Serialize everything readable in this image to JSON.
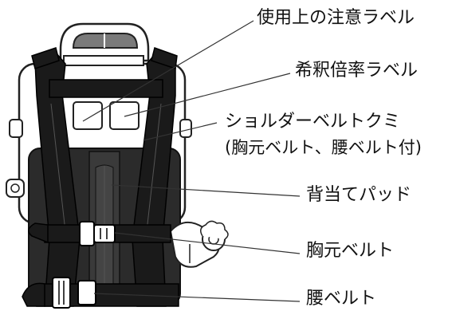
{
  "labels": {
    "caution_label": "使用上の注意ラベル",
    "dilution_label": "希釈倍率ラベル",
    "shoulder_belt_line1": "ショルダーベルトクミ",
    "shoulder_belt_line2": "(胸元ベルト、腰ベルト付)",
    "back_pad": "背当てパッド",
    "chest_belt": "胸元ベルト",
    "waist_belt": "腰ベルト"
  },
  "colors": {
    "ink": "#111111",
    "strap": "#1a1a1a",
    "pad": "#2b2b2b",
    "tank_outline": "#222222",
    "leader_line": "#333333",
    "background": "#ffffff"
  }
}
